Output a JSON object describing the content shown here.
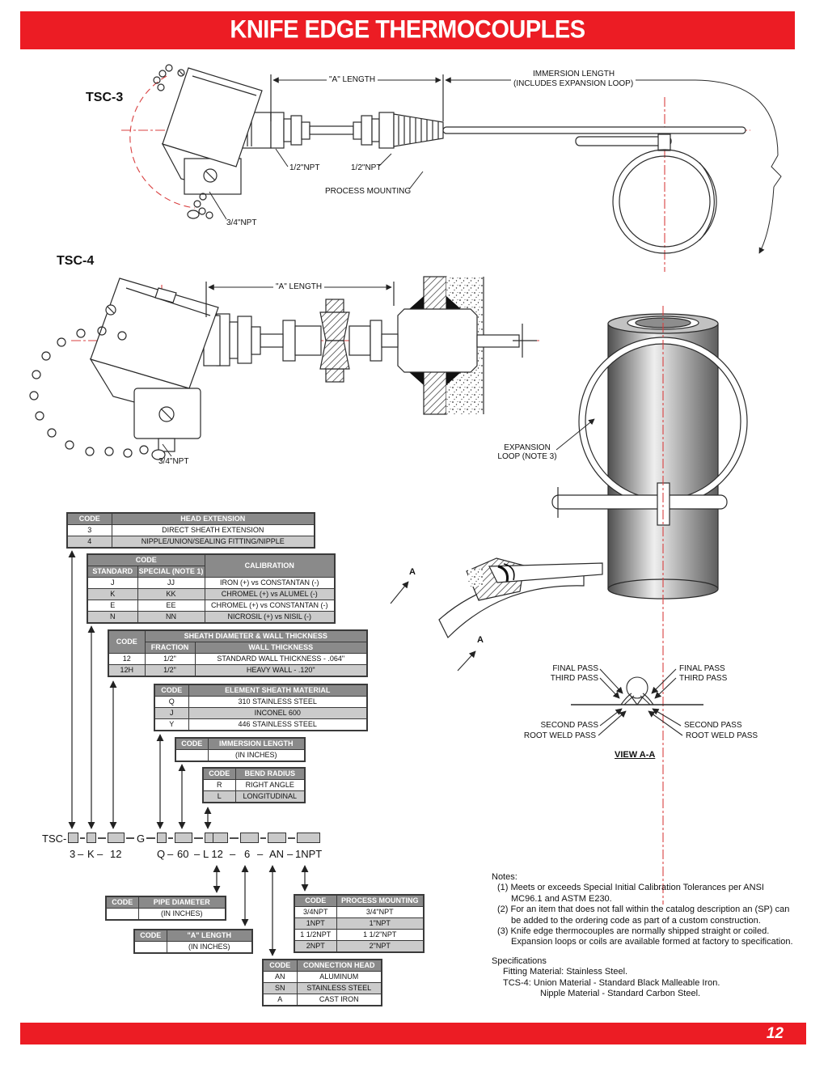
{
  "banner": {
    "title": "KNIFE EDGE THERMOCOUPLES"
  },
  "page": {
    "number": "12"
  },
  "colors": {
    "accent_red": "#EC1C24",
    "table_header_gray": "#8A8A8A",
    "row_alt_gray": "#CBCBCB",
    "centerline_red": "#D94040"
  },
  "tsc3": {
    "label": "TSC-3",
    "a_length": "\"A\" LENGTH",
    "immersion_line1": "IMMERSION LENGTH",
    "immersion_line2": "(INCLUDES EXPANSION LOOP)",
    "npt_half_a": "1/2\"NPT",
    "npt_half_b": "1/2\"NPT",
    "process_mounting": "PROCESS MOUNTING",
    "npt_threequarter": "3/4\"NPT"
  },
  "tsc4": {
    "label": "TSC-4",
    "a_length": "\"A\" LENGTH",
    "npt_threequarter": "3/4\"NPT",
    "expansion_line1": "EXPANSION",
    "expansion_line2": "LOOP (NOTE 3)"
  },
  "section": {
    "a": "A",
    "view_aa": "VIEW A-A",
    "final_pass": "FINAL PASS",
    "third_pass": "THIRD PASS",
    "second_pass": "SECOND PASS",
    "root_weld_pass": "ROOT WELD PASS"
  },
  "tables": {
    "head_extension": {
      "code": "CODE",
      "title": "HEAD EXTENSION",
      "rows": [
        [
          "3",
          "DIRECT SHEATH EXTENSION"
        ],
        [
          "4",
          "NIPPLE/UNION/SEALING FITTING/NIPPLE"
        ]
      ]
    },
    "calibration": {
      "code": "CODE",
      "title": "CALIBRATION",
      "col1": "STANDARD",
      "col2": "SPECIAL (NOTE 1)",
      "rows": [
        [
          "J",
          "JJ",
          "IRON (+) vs CONSTANTAN (-)"
        ],
        [
          "K",
          "KK",
          "CHROMEL (+) vs ALUMEL (-)"
        ],
        [
          "E",
          "EE",
          "CHROMEL (+) vs CONSTANTAN (-)"
        ],
        [
          "N",
          "NN",
          "NICROSIL (+) vs NISIL (-)"
        ]
      ]
    },
    "sheath": {
      "code": "CODE",
      "title": "SHEATH DIAMETER & WALL THICKNESS",
      "col1": "FRACTION",
      "col2": "WALL THICKNESS",
      "rows": [
        [
          "12",
          "1/2\"",
          "STANDARD WALL THICKNESS - .064\""
        ],
        [
          "12H",
          "1/2\"",
          "HEAVY WALL - .120\""
        ]
      ]
    },
    "element": {
      "code": "CODE",
      "title": "ELEMENT SHEATH MATERIAL",
      "rows": [
        [
          "Q",
          "310 STAINLESS STEEL"
        ],
        [
          "J",
          "INCONEL 600"
        ],
        [
          "Y",
          "446 STAINLESS STEEL"
        ]
      ]
    },
    "immersion": {
      "code": "CODE",
      "title": "IMMERSION LENGTH",
      "rows": [
        [
          "",
          "(IN INCHES)"
        ]
      ]
    },
    "bend": {
      "code": "CODE",
      "title": "BEND RADIUS",
      "rows": [
        [
          "R",
          "RIGHT ANGLE"
        ],
        [
          "L",
          "LONGITUDINAL"
        ]
      ]
    },
    "pipe_diameter": {
      "code": "CODE",
      "title": "PIPE DIAMETER",
      "rows": [
        [
          "",
          "(IN INCHES)"
        ]
      ]
    },
    "a_length": {
      "code": "CODE",
      "title": "\"A\"  LENGTH",
      "rows": [
        [
          "",
          "(IN INCHES)"
        ]
      ]
    },
    "process_mounting": {
      "code": "CODE",
      "title": "PROCESS MOUNTING",
      "rows": [
        [
          "3/4NPT",
          "3/4\"NPT"
        ],
        [
          "1NPT",
          "1\"NPT"
        ],
        [
          "1 1/2NPT",
          "1 1/2\"NPT"
        ],
        [
          "2NPT",
          "2\"NPT"
        ]
      ]
    },
    "connection_head": {
      "code": "CODE",
      "title": "CONNECTION HEAD",
      "rows": [
        [
          "AN",
          "ALUMINUM"
        ],
        [
          "SN",
          "STAINLESS STEEL"
        ],
        [
          "A",
          "CAST IRON"
        ]
      ]
    }
  },
  "ordering": {
    "prefix": "TSC-",
    "g": "G",
    "tokens": [
      "3",
      "–",
      "K",
      "–",
      "12",
      "Q",
      "–",
      "60",
      "–",
      "L 12",
      "–",
      "6",
      "–",
      "AN",
      "–",
      "1NPT"
    ]
  },
  "notes": {
    "heading": "Notes:",
    "n1a": "(1) Meets or exceeds Special Initial Calibration Tolerances per ANSI",
    "n1b": "MC96.1 and ASTM E230.",
    "n2a": "(2) For an item that does not fall within the catalog description an  (SP) can",
    "n2b": "be added to the ordering code as part of a custom construction.",
    "n3a": "(3) Knife edge thermocouples are normally shipped straight or coiled.",
    "n3b": "Expansion loops or coils are available formed at factory to specification."
  },
  "specs": {
    "heading": "Specifications",
    "s1": "Fitting Material: Stainless Steel.",
    "s2": "TCS-4: Union Material - Standard Black Malleable Iron.",
    "s3": "Nipple Material - Standard Carbon Steel."
  }
}
